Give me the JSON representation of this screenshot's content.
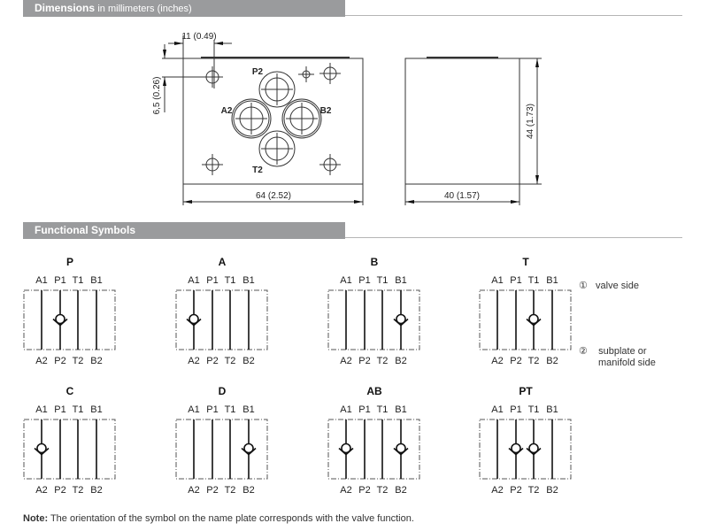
{
  "dimensions": {
    "title": "Dimensions",
    "subtitle": "in millimeters (inches)",
    "width_label": "64 (2.52)",
    "offset_x_label": "11 (0.49)",
    "offset_y_label": "6,5 (0.26)",
    "depth_label": "40 (1.57)",
    "height_label": "44 (1.73)",
    "ports": [
      "P2",
      "A2",
      "B2",
      "T2"
    ]
  },
  "functional": {
    "title": "Functional Symbols",
    "top_ports": [
      "A1",
      "P1",
      "T1",
      "B1"
    ],
    "bottom_ports": [
      "A2",
      "P2",
      "T2",
      "B2"
    ],
    "symbols": [
      {
        "name": "P",
        "checks": [
          1
        ]
      },
      {
        "name": "A",
        "checks": [
          0
        ]
      },
      {
        "name": "B",
        "checks": [
          3
        ]
      },
      {
        "name": "T",
        "checks": [
          2
        ]
      },
      {
        "name": "C",
        "checks": [
          0
        ]
      },
      {
        "name": "D",
        "checks": [
          3
        ]
      },
      {
        "name": "AB",
        "checks": [
          0,
          3
        ]
      },
      {
        "name": "PT",
        "checks": [
          1,
          2
        ]
      }
    ],
    "legend": {
      "valve_num": "①",
      "valve_side": "valve side",
      "sub_num": "②",
      "sub_side_1": "subplate or",
      "sub_side_2": "manifold side"
    }
  },
  "note": {
    "label": "Note:",
    "text": " The orientation of the symbol on the name plate corresponds with the valve function."
  }
}
